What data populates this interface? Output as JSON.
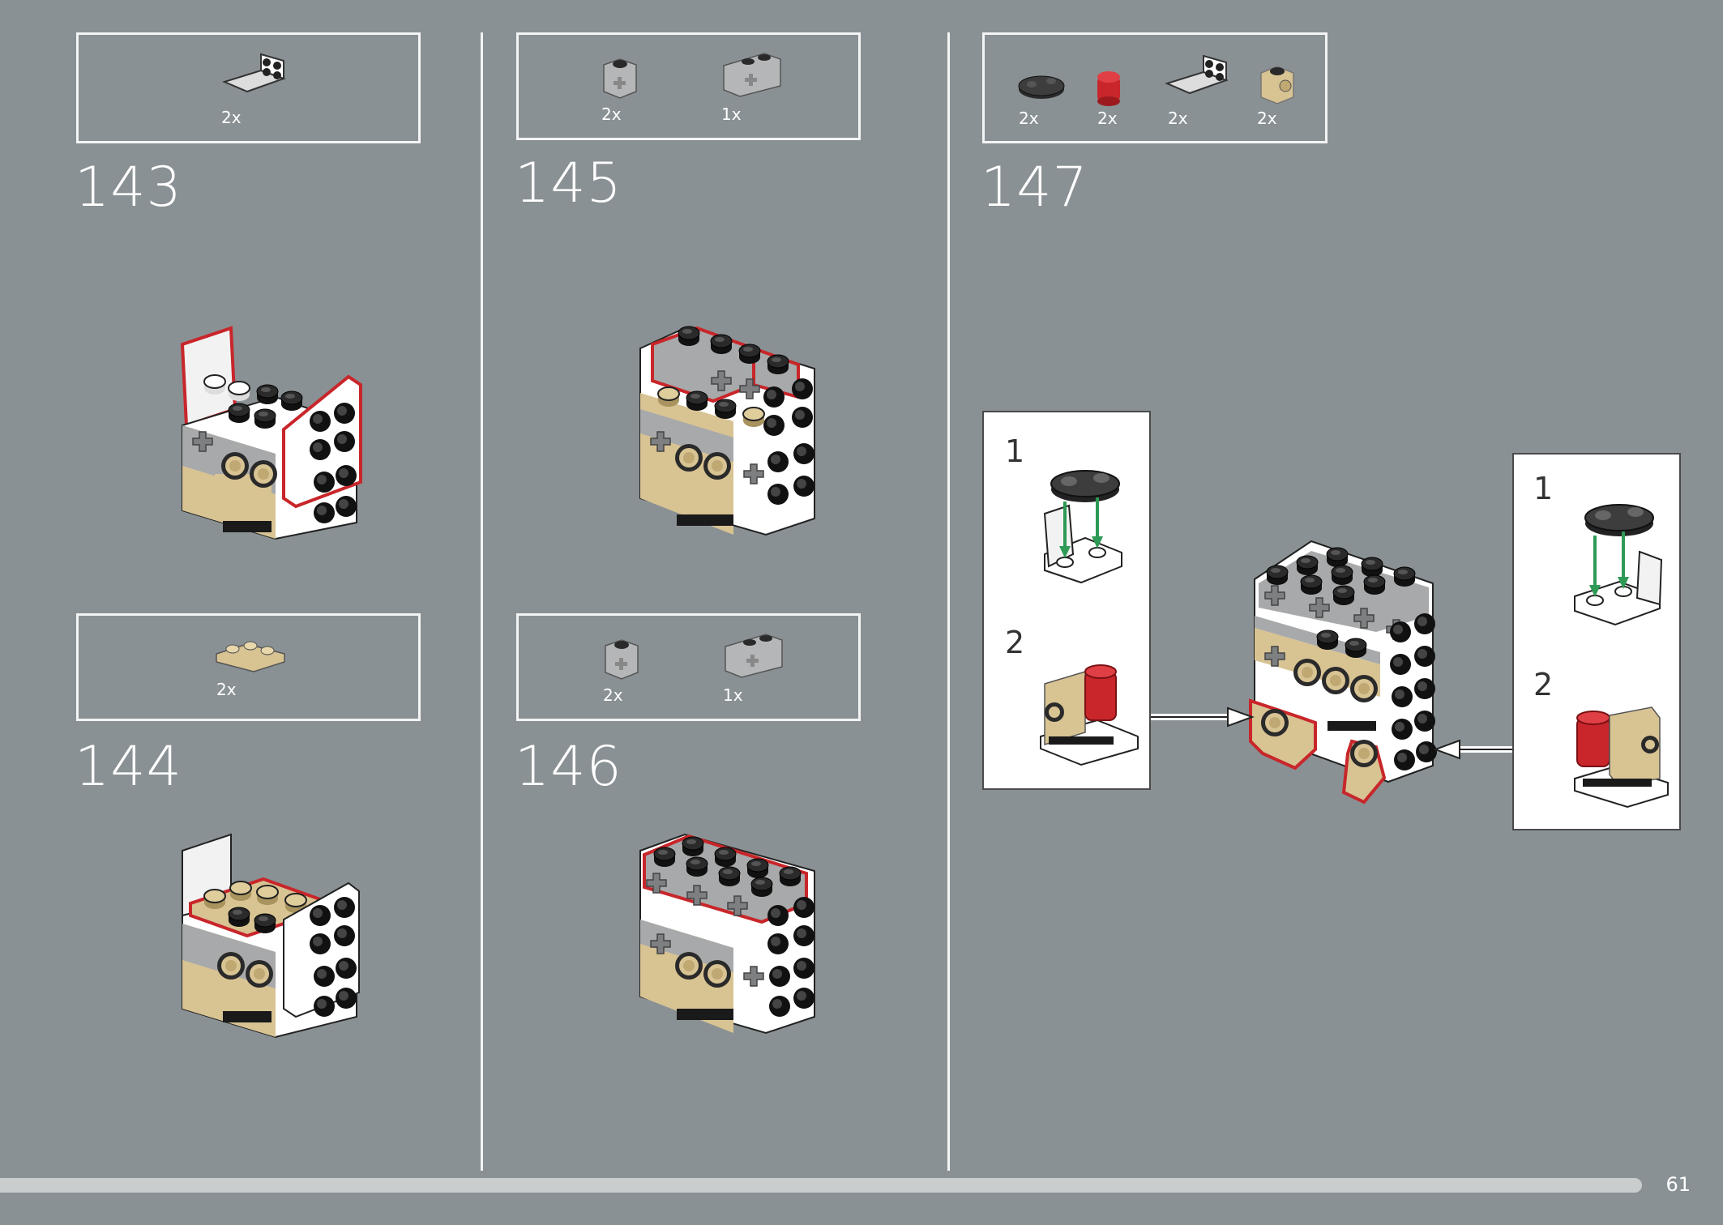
{
  "page": {
    "number": "61",
    "progress": 0.95
  },
  "steps": [
    {
      "number": "143",
      "parts": [
        {
          "qty": "2x",
          "part": "white bracket 1x2-2x2 plate"
        }
      ]
    },
    {
      "number": "144",
      "parts": [
        {
          "qty": "2x",
          "part": "tan corner plate 2x2"
        }
      ]
    },
    {
      "number": "145",
      "parts": [
        {
          "qty": "2x",
          "part": "light grey technic brick 1x1 with axle hole"
        },
        {
          "qty": "1x",
          "part": "light grey technic brick 1x2 with axle hole"
        }
      ]
    },
    {
      "number": "146",
      "parts": [
        {
          "qty": "2x",
          "part": "light grey technic brick 1x1 with axle hole"
        },
        {
          "qty": "1x",
          "part": "light grey technic brick 1x2 with axle hole"
        }
      ]
    },
    {
      "number": "147",
      "parts": [
        {
          "qty": "2x",
          "part": "dark grey plate 1x2 rounded"
        },
        {
          "qty": "2x",
          "part": "red round brick 1x1"
        },
        {
          "qty": "2x",
          "part": "white bracket 1x2-2x2 plate"
        },
        {
          "qty": "2x",
          "part": "tan brick 1x1 with stud on side"
        }
      ],
      "substeps": [
        {
          "label": "1"
        },
        {
          "label": "2"
        }
      ],
      "substeps_right": [
        {
          "label": "1"
        },
        {
          "label": "2"
        }
      ]
    }
  ],
  "colors": {
    "background": "#8a9194",
    "highlight": "#c8262a",
    "arrow": "#2e9a55",
    "tan": "#d8c393",
    "light_grey": "#a7a9aa",
    "black_stud": "#1c1c1c"
  }
}
